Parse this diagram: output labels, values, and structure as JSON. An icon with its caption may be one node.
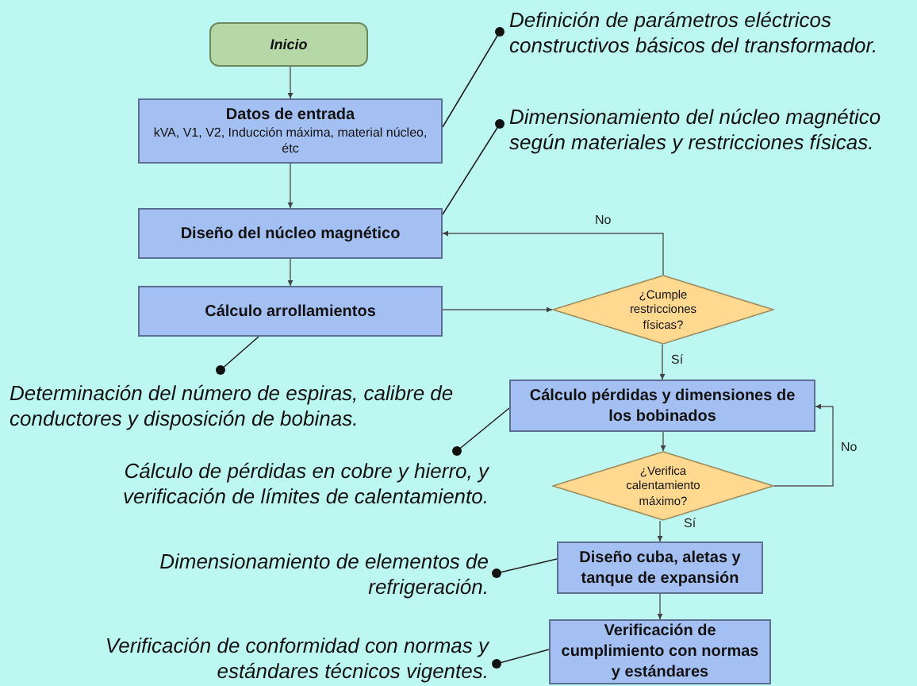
{
  "diagram": {
    "nodes": [
      {
        "text": [
          "Inicio"
        ]
      },
      {
        "text": [
          "Datos de entrada",
          "kVA, V1, V2, Inducción máxima, material núcleo, étc"
        ]
      },
      {
        "text": [
          "Diseño del núcleo magnético"
        ]
      },
      {
        "text": [
          "Cálculo arrollamientos"
        ]
      },
      {
        "text": [
          "¿Cumple restricciones físicas?"
        ]
      },
      {
        "text": [
          "Cálculo pérdidas y dimensiones de los bobinados"
        ]
      },
      {
        "text": [
          "¿Verifica calentamiento máximo?"
        ]
      },
      {
        "text": [
          "Diseño cuba, aletas y tanque de expansión"
        ]
      },
      {
        "text": [
          "Verificación de cumplimiento con normas y estándares"
        ]
      },
      {
        "text": [
          "Definición de parámetros eléctricos constructivos básicos del transformador."
        ]
      },
      {
        "text": [
          "Dimensionamiento del núcleo magnético según materiales y restricciones físicas."
        ]
      },
      {
        "text": [
          "Determinación del número de espiras, calibre de conductores y disposición de bobinas."
        ]
      },
      {
        "text": [
          "Cálculo de pérdidas en cobre y hierro, y verificación de límites de calentamiento."
        ]
      },
      {
        "text": [
          "Dimensionamiento de elementos de refrigeración."
        ]
      },
      {
        "text": [
          "Verificación de conformidad con normas y estándares técnicos vigentes."
        ]
      }
    ],
    "edges": [
      {
        "from": 0,
        "to": 1,
        "arrow": "to"
      },
      {
        "from": 1,
        "to": 2,
        "arrow": "to"
      },
      {
        "from": 2,
        "to": 3,
        "arrow": "to"
      },
      {
        "from": 3,
        "to": 4,
        "arrow": "to"
      },
      {
        "from": 4,
        "to": 2,
        "arrow": "to",
        "label": "No"
      },
      {
        "from": 4,
        "to": 5,
        "arrow": "to",
        "label": "Sí"
      },
      {
        "from": 5,
        "to": 6,
        "arrow": "to"
      },
      {
        "from": 6,
        "to": 5,
        "arrow": "to",
        "label": "No"
      },
      {
        "from": 6,
        "to": 7,
        "arrow": "to",
        "label": "Sí"
      },
      {
        "from": 7,
        "to": 8,
        "arrow": "to"
      },
      {
        "from": 9,
        "to": 1,
        "arrow": "other"
      },
      {
        "from": 10,
        "to": 2,
        "arrow": "other"
      },
      {
        "from": 11,
        "to": 3,
        "arrow": "other"
      },
      {
        "from": 12,
        "to": 5,
        "arrow": "other"
      },
      {
        "from": 13,
        "to": 7,
        "arrow": "other"
      },
      {
        "from": 14,
        "to": 8,
        "arrow": "other"
      }
    ]
  }
}
